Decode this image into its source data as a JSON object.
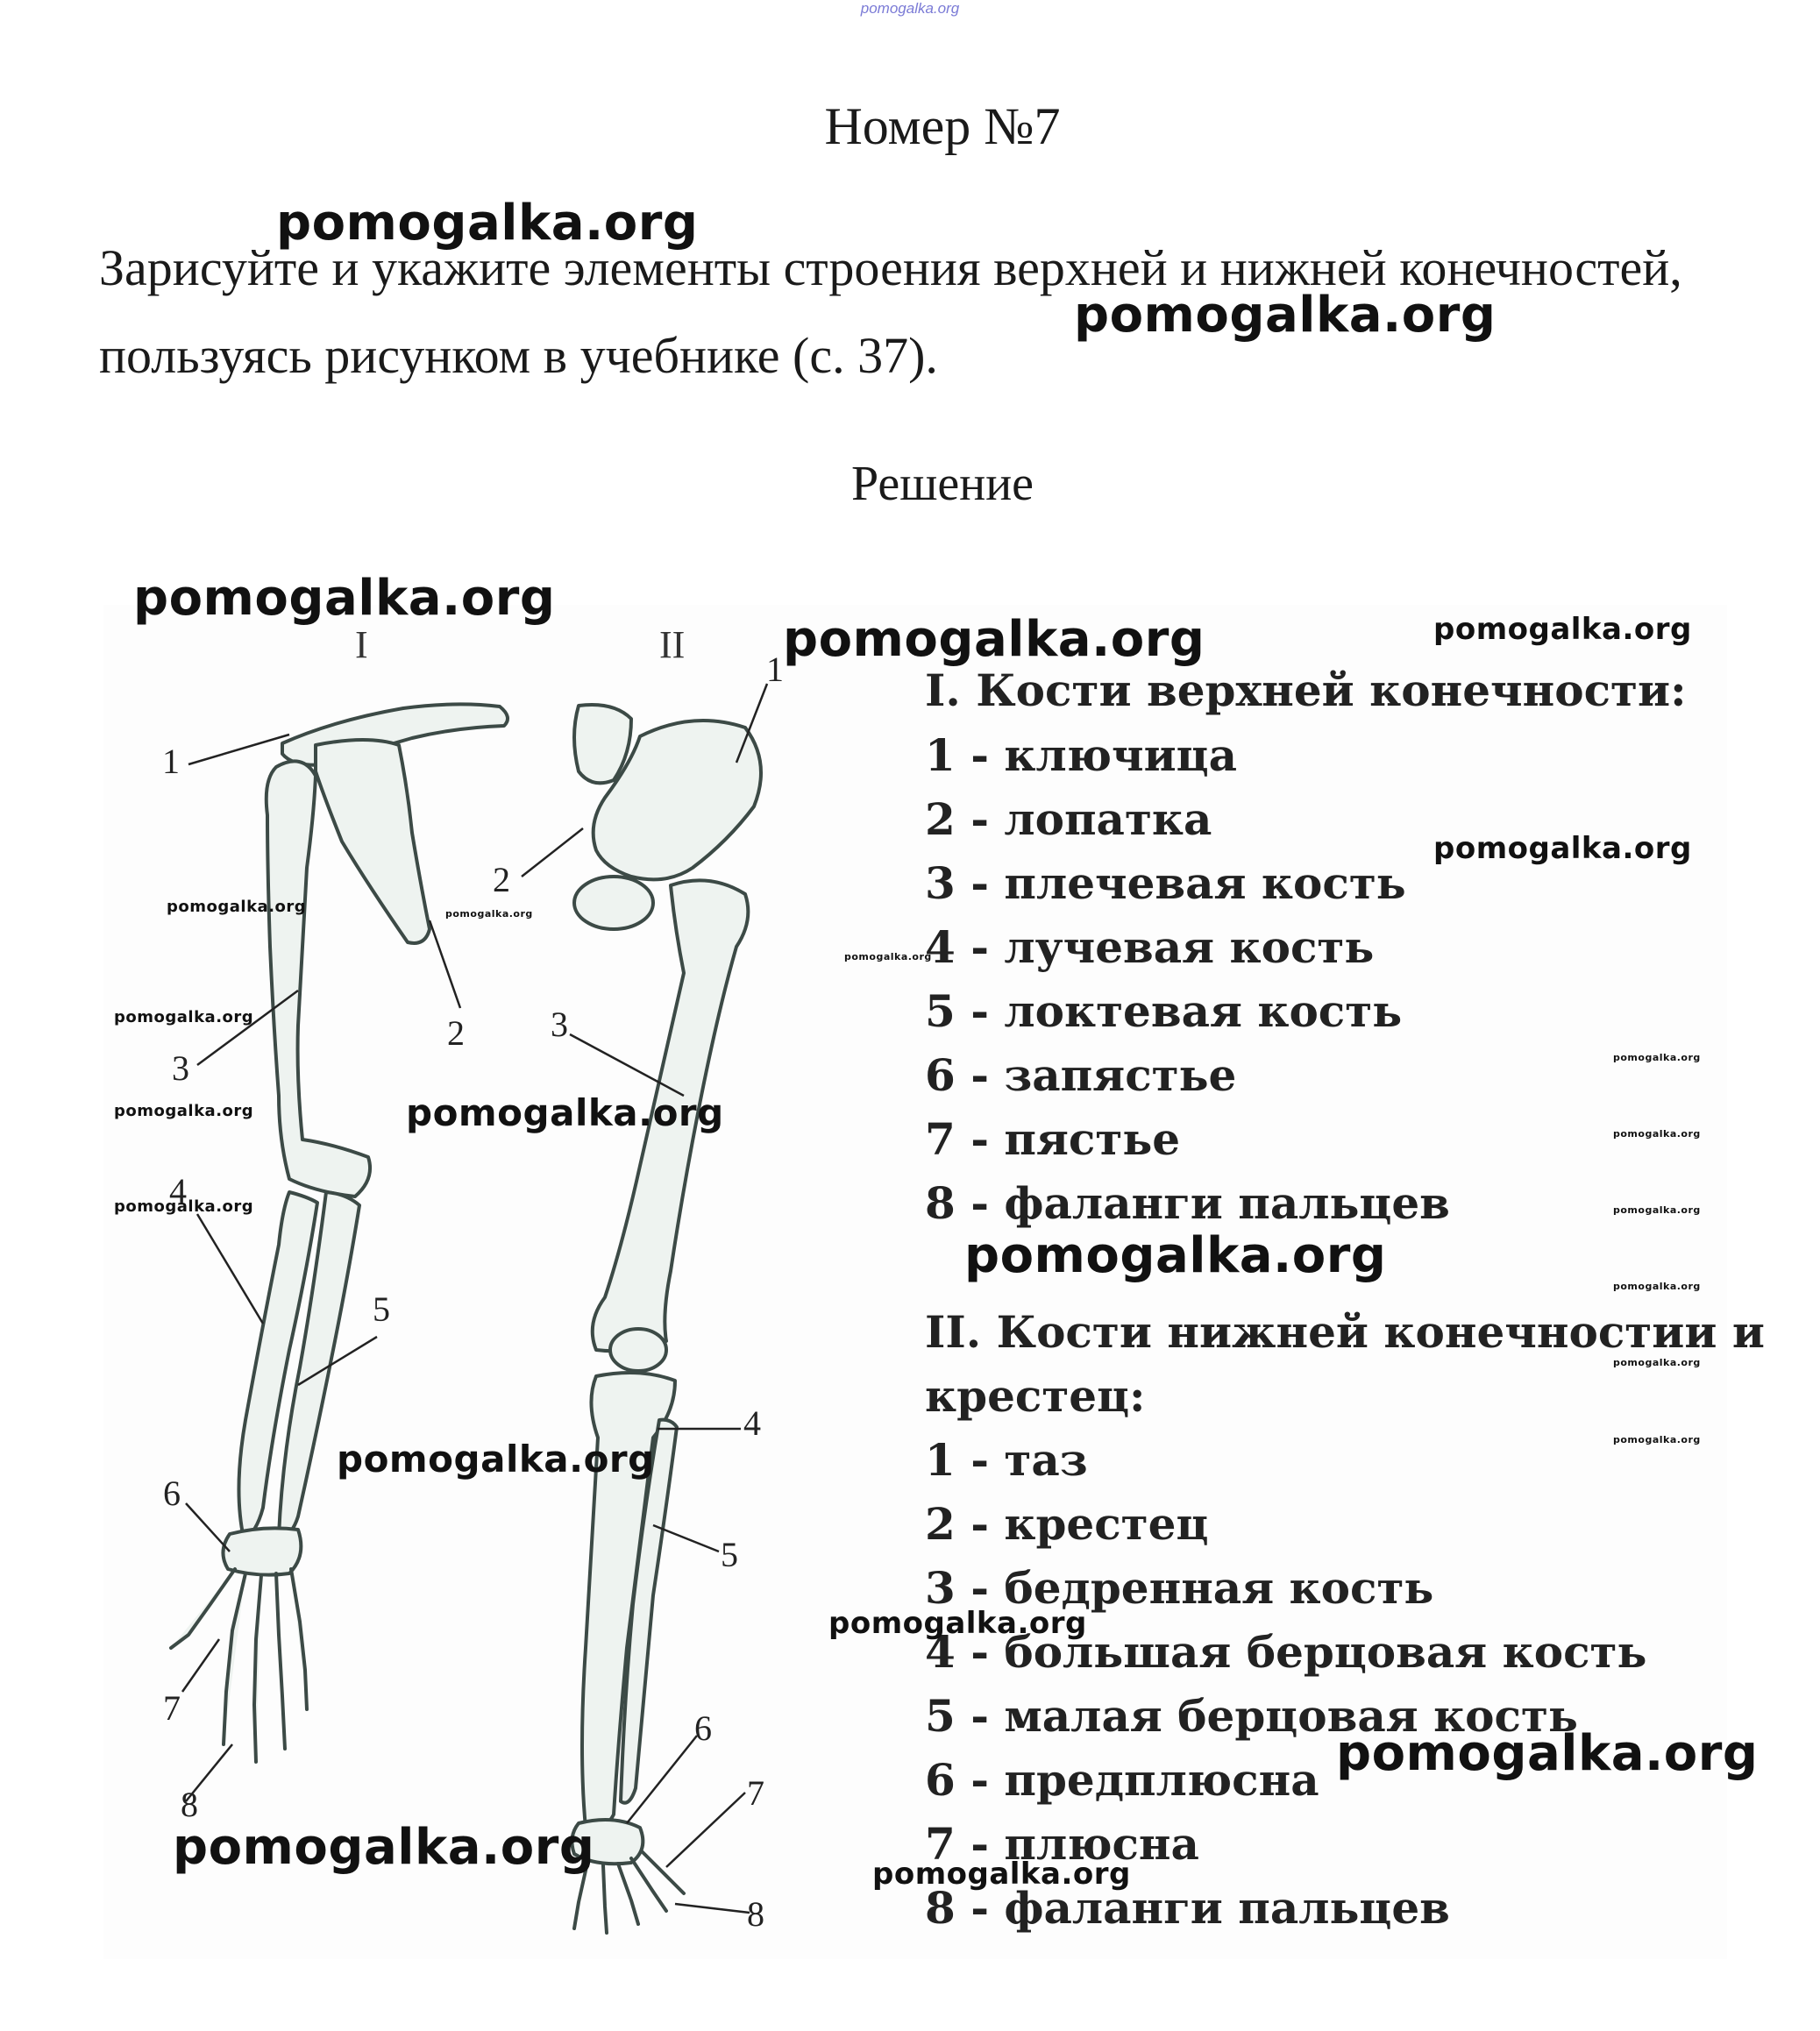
{
  "header": {
    "site_mark": "pomogalka.org",
    "task_number": "Номер №7",
    "task_text_line1": "Зарисуйте и укажите элементы строения верхней и нижней конечностей,",
    "task_text_line2": "пользуясь рисунком в учебнике (с. 37).",
    "solution_heading": "Решение"
  },
  "watermark": "pomogalka.org",
  "figure": {
    "roman_upper": "I",
    "roman_lower": "II",
    "arm_labels": [
      "1",
      "2",
      "3",
      "4",
      "5",
      "6",
      "7",
      "8"
    ],
    "leg_labels": [
      "1",
      "2",
      "3",
      "4",
      "5",
      "6",
      "7",
      "8"
    ]
  },
  "legend": {
    "upper_heading": "I. Кости верхней конечности:",
    "upper_items": [
      "1 - ключица",
      "2 - лопатка",
      "3 - плечевая кость",
      "4 - лучевая кость",
      "5 - локтевая кость",
      "6 - запястье",
      "7 - пястье",
      "8 - фаланги пальцев"
    ],
    "lower_heading_line1": "II. Кости нижней конечностии и",
    "lower_heading_line2": "крестец:",
    "lower_items": [
      "1 - таз",
      "2 - крестец",
      "3 - бедренная кость",
      "4 - большая берцовая кость",
      "5 - малая берцовая кость",
      "6 - предплюсна",
      "7 - плюсна",
      "8 - фаланги пальцев"
    ]
  },
  "colors": {
    "bone_fill": "#eef3f0",
    "bone_stroke": "#3c4a46",
    "shade": "#9bb8ad"
  }
}
